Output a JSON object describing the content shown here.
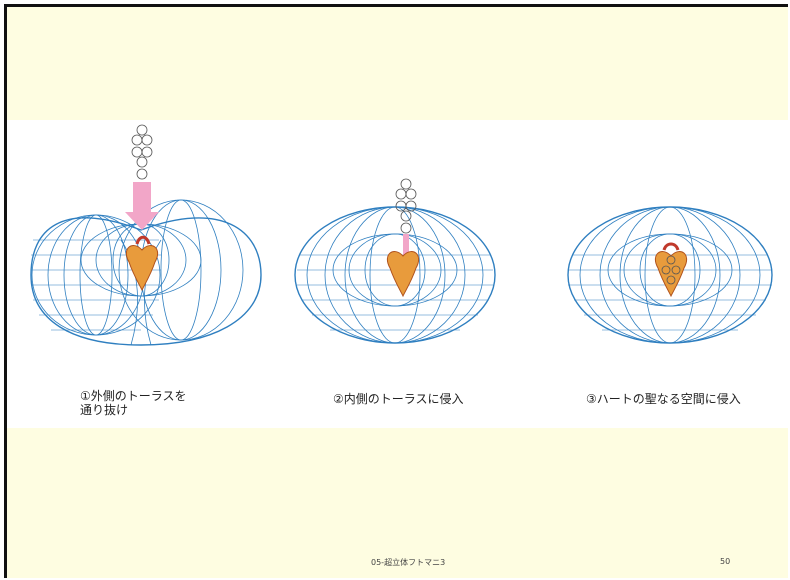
{
  "slide": {
    "panels": [
      {
        "caption": "①外側のトーラスを\n 通り抜け"
      },
      {
        "caption": "②内側のトーラスに侵入"
      },
      {
        "caption": "③ハートの聖なる空間に侵入"
      }
    ],
    "footer_text": "05-超立体フトマニ3",
    "page_number": "50",
    "colors": {
      "background": "#fefde1",
      "torus": "#2f7fc0",
      "heart": "#e89b3c",
      "arrow": "#f2a6c8"
    }
  }
}
